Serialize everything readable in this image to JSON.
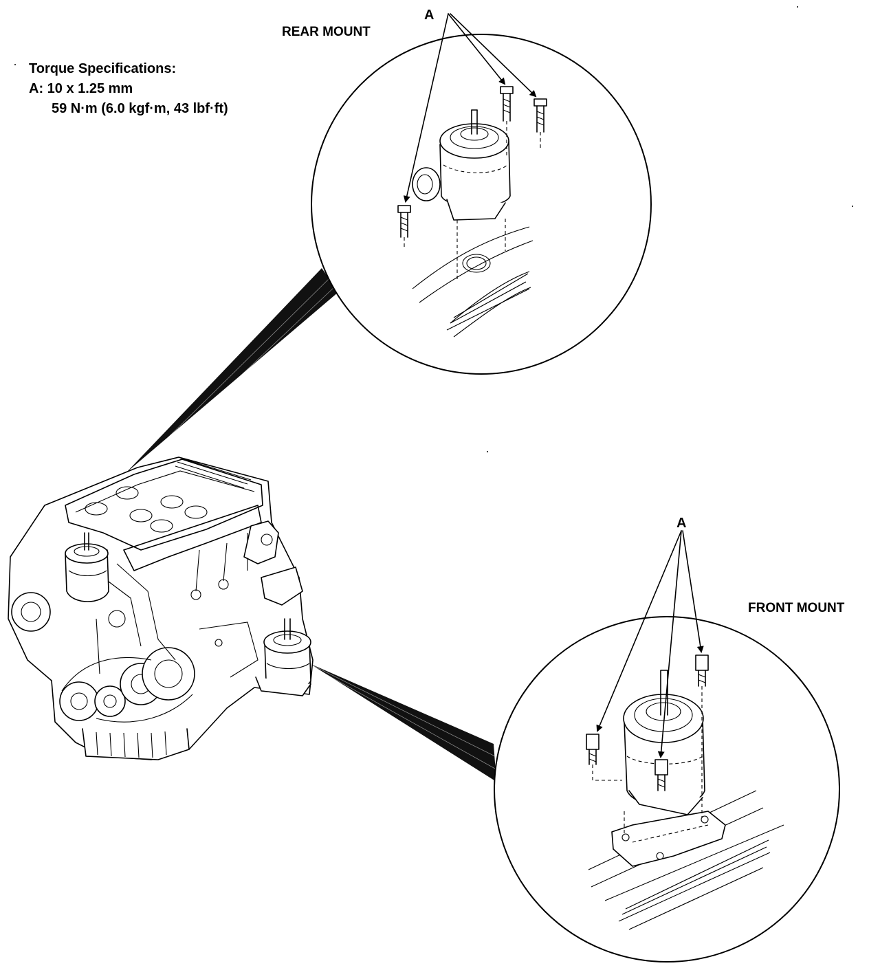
{
  "specs": {
    "heading": "Torque Specifications:",
    "line_a": "A: 10 x 1.25 mm",
    "line_torque": "59 N·m (6.0 kgf·m, 43 lbf·ft)"
  },
  "rear_mount": {
    "title": "REAR MOUNT",
    "callout": "A"
  },
  "front_mount": {
    "title": "FRONT MOUNT",
    "callout": "A"
  }
}
